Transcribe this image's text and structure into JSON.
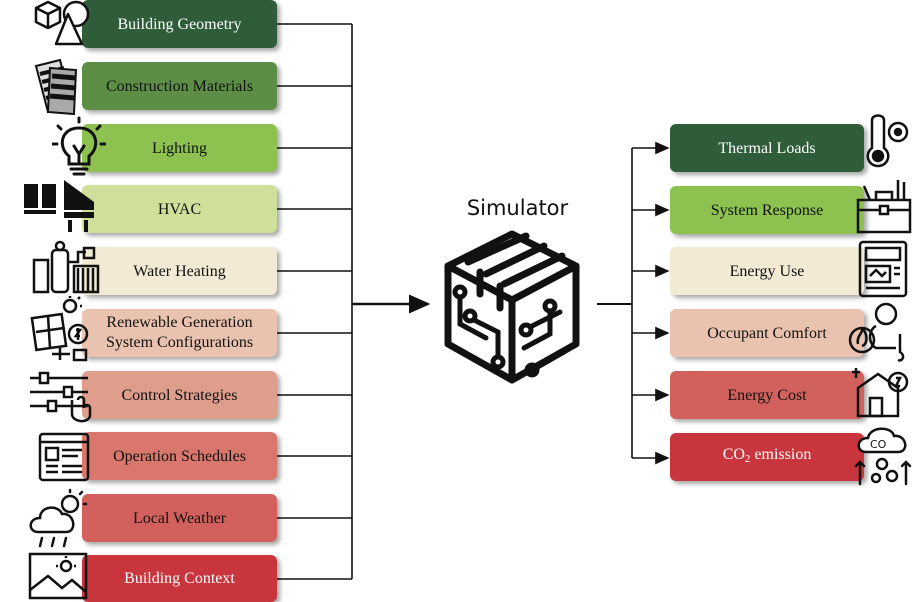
{
  "inputs": [
    {
      "label": "Building Geometry",
      "color": "#2f5d3a",
      "text_color": "#ffffff",
      "icon": "geometry-shapes-icon"
    },
    {
      "label": "Construction Materials",
      "color": "#5c8f45",
      "text_color": "#111111",
      "icon": "material-swatches-icon"
    },
    {
      "label": "Lighting",
      "color": "#8dc150",
      "text_color": "#111111",
      "icon": "light-bulb-icon"
    },
    {
      "label": "HVAC",
      "color": "#cfe09a",
      "text_color": "#111111",
      "icon": "hvac-unit-icon"
    },
    {
      "label": "Water Heating",
      "color": "#f3ead5",
      "text_color": "#111111",
      "icon": "water-heater-icon"
    },
    {
      "label_line1": "Renewable Generation",
      "label_line2": "System Configurations",
      "color": "#eac3b0",
      "text_color": "#111111",
      "icon": "solar-panel-icon"
    },
    {
      "label": "Control Strategies",
      "color": "#df9d8b",
      "text_color": "#111111",
      "icon": "control-sliders-icon"
    },
    {
      "label": "Operation Schedules",
      "color": "#d9776c",
      "text_color": "#111111",
      "icon": "schedule-list-icon"
    },
    {
      "label": "Local Weather",
      "color": "#d2605c",
      "text_color": "#111111",
      "icon": "weather-cloud-icon"
    },
    {
      "label": "Building Context",
      "color": "#c8353c",
      "text_color": "#ffffff",
      "icon": "landscape-picture-icon"
    }
  ],
  "simulator": {
    "label": "Simulator",
    "icon": "simulator-chip-cube-icon"
  },
  "outputs": [
    {
      "label": "Thermal Loads",
      "color": "#2f5d3a",
      "text_color": "#ffffff",
      "icon": "thermometer-icon"
    },
    {
      "label": "System Response",
      "color": "#8dc150",
      "text_color": "#111111",
      "icon": "toolbox-icon"
    },
    {
      "label": "Energy Use",
      "color": "#f3ead5",
      "text_color": "#111111",
      "icon": "energy-meter-icon"
    },
    {
      "label": "Occupant Comfort",
      "color": "#eac3b0",
      "text_color": "#111111",
      "icon": "person-comfort-icon"
    },
    {
      "label": "Energy Cost",
      "color": "#d2605c",
      "text_color": "#111111",
      "icon": "house-cost-icon"
    },
    {
      "label_main": "CO",
      "label_sub": "2",
      "label_tail": " emission",
      "color": "#c8353c",
      "text_color": "#ffffff",
      "icon": "co2-cloud-icon"
    }
  ]
}
